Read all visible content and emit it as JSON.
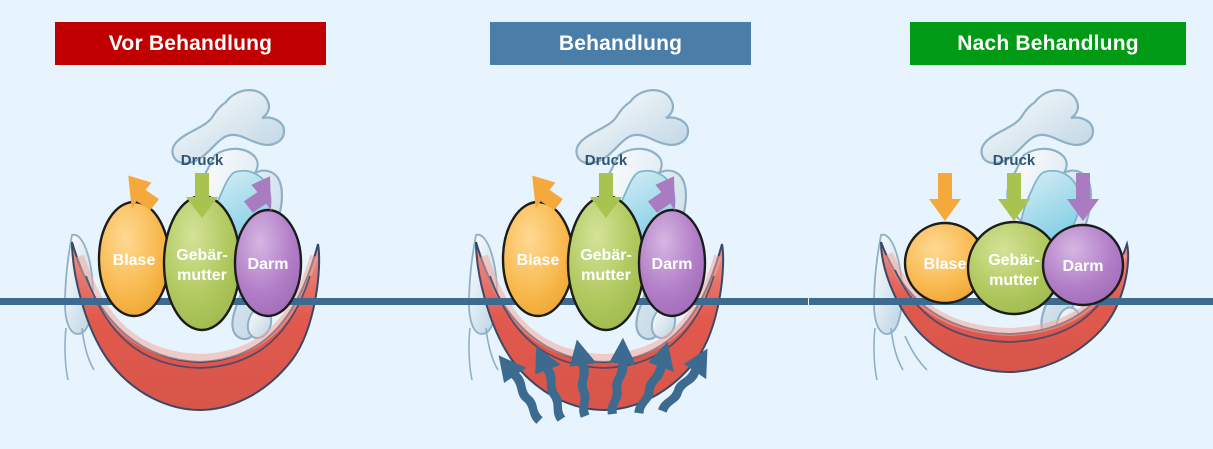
{
  "background_color": "#e8f4fd",
  "figure": {
    "title_implicit": "Beckenboden vor, waehrend und nach Behandlung",
    "panel_count": 3
  },
  "panels": [
    {
      "id": "before",
      "header": {
        "label": "Vor Behandlung",
        "color": "#c00000",
        "text_color": "#ffffff"
      },
      "pressure_label": "Druck",
      "organs": [
        {
          "name": "Blase",
          "label": "Blase",
          "color": "#f7b54a",
          "shape": "elongated-oval",
          "state": "descended"
        },
        {
          "name": "Uterus",
          "label": "Gebär-\nmutter",
          "color": "#aec75c",
          "shape": "elongated-oval",
          "state": "descended"
        },
        {
          "name": "Darm",
          "label": "Darm",
          "color": "#b07cc6",
          "shape": "elongated-oval",
          "state": "descended"
        }
      ],
      "arrows_down": [
        {
          "target": "Blase",
          "color": "#f5a93c",
          "direction": "down-right"
        },
        {
          "target": "Gebärmutter",
          "color": "#a8c34f",
          "direction": "down"
        },
        {
          "target": "Darm",
          "color": "#a97bc0",
          "direction": "down-left"
        }
      ],
      "upward_arrows": {
        "count": 0,
        "color": "#3d6a8f"
      },
      "pelvic_floor": {
        "color": "#e2594d",
        "state": "sagging-deep"
      },
      "reference_line_color": "#3d6a8f",
      "bone_color": "#9fc0d6",
      "sacrum_fill": "#9ed9ea"
    },
    {
      "id": "during",
      "header": {
        "label": "Behandlung",
        "color": "#4a7ea8",
        "text_color": "#ffffff"
      },
      "pressure_label": "Druck",
      "organs": [
        {
          "name": "Blase",
          "label": "Blase",
          "color": "#f7b54a",
          "shape": "elongated-oval",
          "state": "descended"
        },
        {
          "name": "Uterus",
          "label": "Gebär-\nmutter",
          "color": "#aec75c",
          "shape": "elongated-oval",
          "state": "descended"
        },
        {
          "name": "Darm",
          "label": "Darm",
          "color": "#b07cc6",
          "shape": "elongated-oval",
          "state": "descended"
        }
      ],
      "arrows_down": [
        {
          "target": "Blase",
          "color": "#f5a93c",
          "direction": "down-right"
        },
        {
          "target": "Gebärmutter",
          "color": "#a8c34f",
          "direction": "down"
        },
        {
          "target": "Darm",
          "color": "#a97bc0",
          "direction": "down-left"
        }
      ],
      "upward_arrows": {
        "count": 6,
        "color": "#3d6a8f",
        "style": "wavy-stem",
        "meaning": "stimulation"
      },
      "pelvic_floor": {
        "color": "#e2594d",
        "state": "sagging-deep"
      },
      "reference_line_color": "#3d6a8f",
      "bone_color": "#9fc0d6",
      "sacrum_fill": "#9ed9ea"
    },
    {
      "id": "after",
      "header": {
        "label": "Nach Behandlung",
        "color": "#009a15",
        "text_color": "#ffffff"
      },
      "pressure_label": "Druck",
      "organs": [
        {
          "name": "Blase",
          "label": "Blase",
          "color": "#f7b54a",
          "shape": "round",
          "state": "lifted"
        },
        {
          "name": "Uterus",
          "label": "Gebär-\nmutter",
          "color": "#aec75c",
          "shape": "round",
          "state": "lifted"
        },
        {
          "name": "Darm",
          "label": "Darm",
          "color": "#b07cc6",
          "shape": "round",
          "state": "lifted"
        }
      ],
      "arrows_down": [
        {
          "target": "Blase",
          "color": "#f5a93c",
          "direction": "down"
        },
        {
          "target": "Gebärmutter",
          "color": "#a8c34f",
          "direction": "down"
        },
        {
          "target": "Darm",
          "color": "#a97bc0",
          "direction": "down"
        }
      ],
      "upward_arrows": {
        "count": 0,
        "color": "#3d6a8f"
      },
      "pelvic_floor": {
        "color": "#e2594d",
        "state": "lifted-firm"
      },
      "reference_line_color": "#3d6a8f",
      "bone_color": "#9fc0d6",
      "sacrum_fill": "#9ed9ea"
    }
  ],
  "labels": {
    "druck": "Druck",
    "blase": "Blase",
    "gebaer": "Gebär-",
    "mutter": "mutter",
    "darm": "Darm"
  },
  "colors": {
    "background": "#e8f4fd",
    "red_header": "#c00000",
    "blue_header": "#4a7ea8",
    "green_header": "#009a15",
    "muscle": "#e2594d",
    "muscle_light": "#ef8d80",
    "muscle_dark": "#cf4a41",
    "line": "#3d6a8f",
    "bone": "#c6dcea",
    "bone_stroke": "#8fb0c6",
    "sacrum": "#9ed9ea",
    "organ_bladder": "#f7b54a",
    "organ_uterus": "#aec75c",
    "organ_bowel": "#b07cc6",
    "arrow_orange": "#f5a93c",
    "arrow_green": "#a8c34f",
    "arrow_purple": "#a97bc0",
    "text_dark_blue": "#2e5574"
  }
}
